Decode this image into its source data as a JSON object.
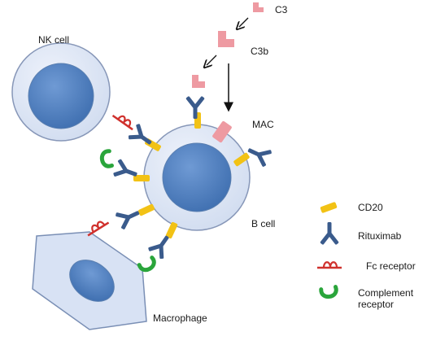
{
  "labels": {
    "c3": "C3",
    "c3b": "C3b",
    "mac": "MAC",
    "nk_cell": "NK cell",
    "b_cell": "B cell",
    "macrophage": "Macrophage"
  },
  "legend": {
    "cd20": "CD20",
    "rituximab": "Rituximab",
    "fc_receptor": "Fc receptor",
    "complement_receptor_line1": "Complement",
    "complement_receptor_line2": "receptor"
  },
  "colors": {
    "cell_fill": "#d8e2f4",
    "cell_stroke": "#7a8fb5",
    "nucleus": "#4f7fc0",
    "cd20": "#f2c215",
    "rituximab": "#3a5b8c",
    "fc_receptor": "#d0312d",
    "complement_receptor": "#2aa53b",
    "complement_protein": "#ee9aa2"
  }
}
